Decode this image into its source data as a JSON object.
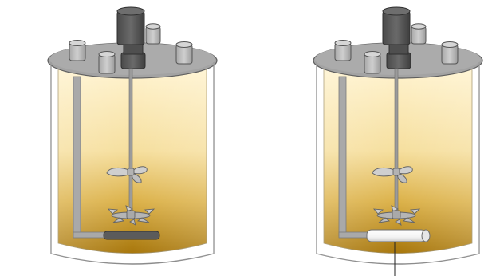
{
  "figure": {
    "panels": [
      {
        "id": "left",
        "sparger": "dark-rod",
        "callout_line": false
      },
      {
        "id": "right",
        "sparger": "white-tube",
        "callout_line": true
      }
    ],
    "colors": {
      "lid": "#a6a6a6",
      "lid_stroke": "#666666",
      "knob": "#b7b7b7",
      "motor": "#5b5b5b",
      "motor_dark": "#3f3f3f",
      "liquid_top": "#fff1c8",
      "liquid_mid": "#f0d386",
      "liquid_bottom": "#b07f12",
      "vessel_outline": "#8a8a8a",
      "shaft": "#9a9a9a",
      "impeller": "#c9c9c9",
      "pipe": "#a8a8a8",
      "sparger_dark": "#5e5e5e",
      "sparger_light": "#f7f7f7"
    }
  }
}
